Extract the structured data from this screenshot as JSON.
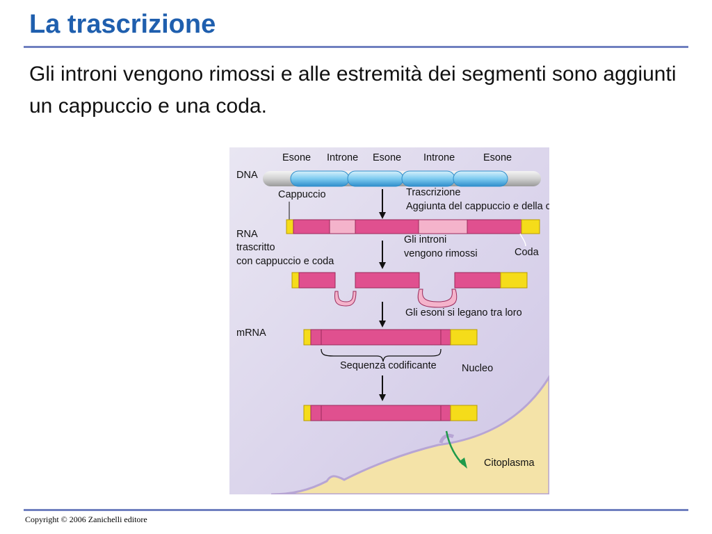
{
  "slide": {
    "title": "La trascrizione",
    "subtitle": "Gli introni vengono rimossi e alle estremità dei segmenti sono aggiunti un cappuccio e una coda.",
    "copyright": "Copyright © 2006 Zanichelli editore"
  },
  "figure": {
    "segment_labels": [
      "Esone",
      "Introne",
      "Esone",
      "Introne",
      "Esone"
    ],
    "dna_label": "DNA",
    "cap_label": "Cappuccio",
    "step1_line1": "Trascrizione",
    "step1_line2": "Aggiunta del cappuccio e della coda",
    "rna_label_line1": "RNA",
    "rna_label_line2": "trascritto",
    "rna_label_line3": "con cappuccio e coda",
    "step2_line1": "Gli introni",
    "step2_line2": "vengono rimossi",
    "tail_label": "Coda",
    "step3": "Gli esoni si legano tra loro",
    "mrna_label": "mRNA",
    "coding_sequence_label": "Sequenza codificante",
    "nucleus_label": "Nucleo",
    "cytoplasm_label": "Citoplasma"
  },
  "colors": {
    "title": "#1f5fae",
    "rule": "#6f7fbf",
    "nucleus_bg": "#d9d3ea",
    "cytoplasm_bg": "#f4e3a8",
    "exon": "#e0508f",
    "intron": "#f4b3cb",
    "cap_tail": "#f5dc1a",
    "dna_blue": "#7ecbf0",
    "export_arrow": "#1f9a4a"
  }
}
